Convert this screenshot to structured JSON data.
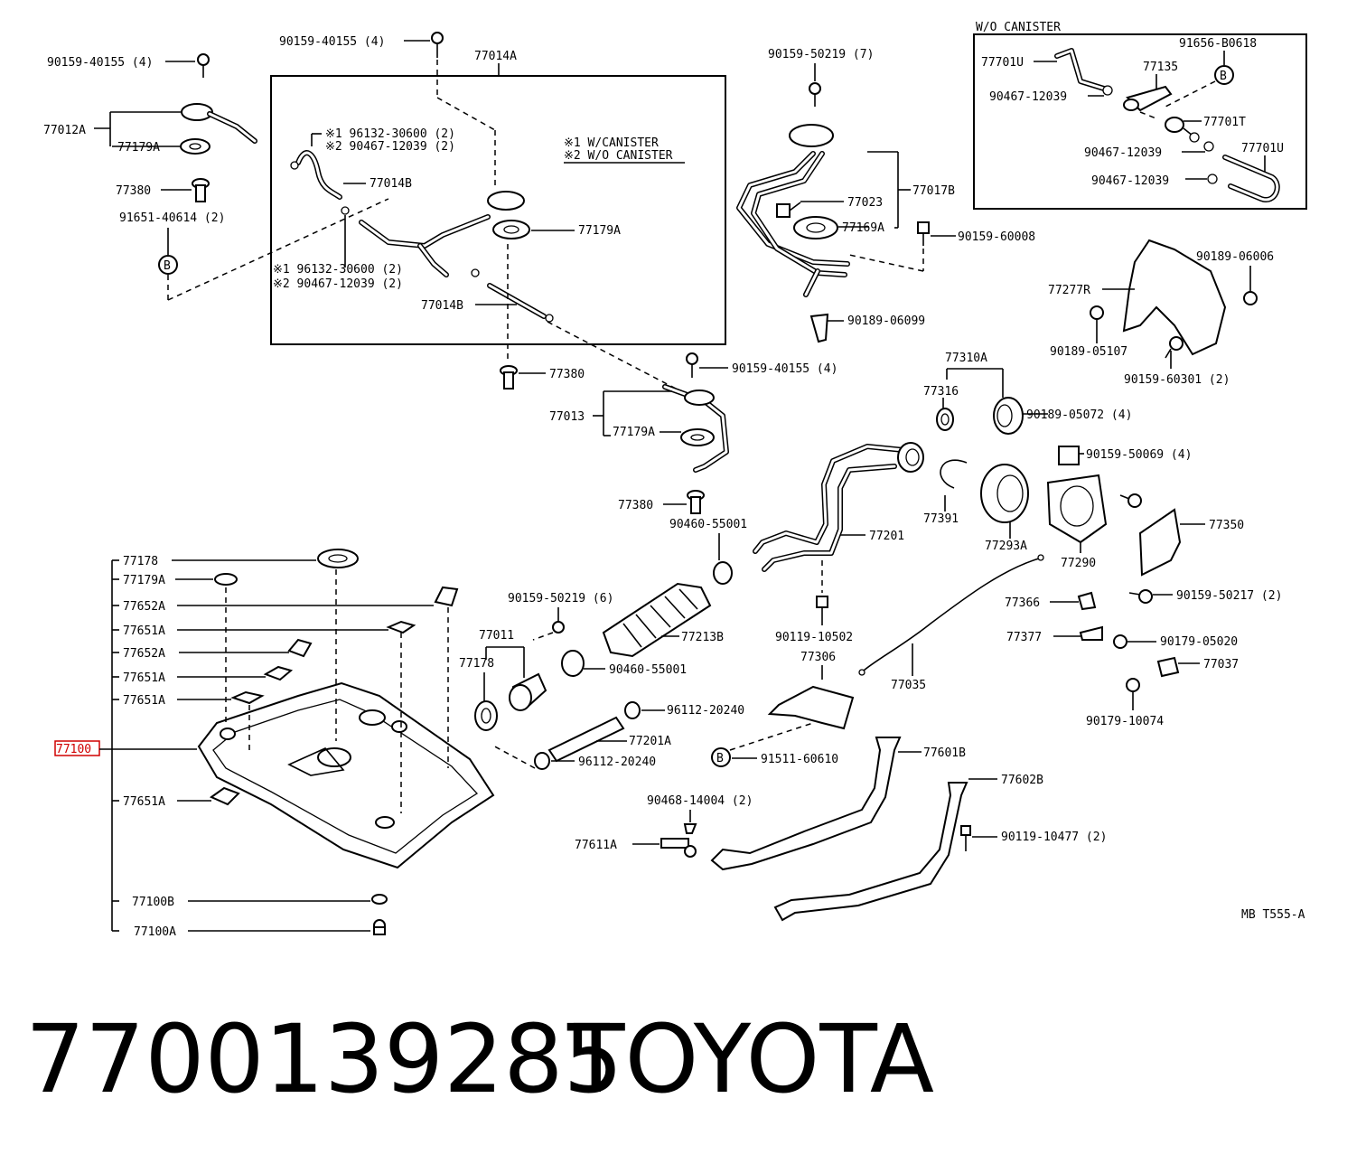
{
  "diagram": {
    "reference_code": "MB T555-A",
    "inset_title": "W/O CANISTER",
    "legend": {
      "w_canister": "※1 W/CANISTER",
      "wo_canister": "※2 W/O CANISTER"
    },
    "labels": {
      "p90159_40155_top": "90159-40155 (4)",
      "p90159_40155_left": "90159-40155 (4)",
      "p77014A": "77014A",
      "p77012A": "77012A",
      "p77179A_top": "77179A",
      "p77380_top": "77380",
      "p91651_40614": "91651-40614 (2)",
      "note_96132_top": "※1 96132-30600 (2)",
      "note_90467_top": "※2 90467-12039 (2)",
      "p77014B_a": "77014B",
      "p77179A_box": "77179A",
      "note_96132_bot": "※1 96132-30600 (2)",
      "note_90467_bot": "※2 90467-12039 (2)",
      "p77014B_b": "77014B",
      "p90159_50219_7": "90159-50219 (7)",
      "p77023": "77023",
      "p77017B": "77017B",
      "p77169A": "77169A",
      "p90159_60008": "90159-60008",
      "p90189_06099": "90189-06099",
      "i77701U_a": "77701U",
      "i91656_B0618": "91656-B0618",
      "i77135": "77135",
      "i90467_a": "90467-12039",
      "i77701T": "77701T",
      "i90467_b": "90467-12039",
      "i77701U_b": "77701U",
      "i90467_c": "90467-12039",
      "p90189_06006": "90189-06006",
      "p77277R": "77277R",
      "p90189_05107": "90189-05107",
      "p90159_60301": "90159-60301 (2)",
      "p77380_mid": "77380",
      "p90159_40155_mid": "90159-40155 (4)",
      "p77310A": "77310A",
      "p77316": "77316",
      "p90189_05072": "90189-05072 (4)",
      "p77013": "77013",
      "p77179A_mid": "77179A",
      "p90159_50069": "90159-50069 (4)",
      "p77201": "77201",
      "p77391": "77391",
      "p77293A": "77293A",
      "p77350": "77350",
      "p77290": "77290",
      "p77380_low": "77380",
      "p90460_55001_a": "90460-55001",
      "p77178_list": "77178",
      "p77179A_list": "77179A",
      "p77652A_1": "77652A",
      "p77651A_1": "77651A",
      "p77652A_2": "77652A",
      "p77651A_2": "77651A",
      "p77651A_3": "77651A",
      "p77100": "77100",
      "p77651A_4": "77651A",
      "p77100B": "77100B",
      "p77100A": "77100A",
      "p90159_50219_6": "90159-50219 (6)",
      "p77011": "77011",
      "p77178_b": "77178",
      "p77213B": "77213B",
      "p90460_55001_b": "90460-55001",
      "p90119_10502": "90119-10502",
      "p77306": "77306",
      "p77035": "77035",
      "p77366": "77366",
      "p77377": "77377",
      "p90159_50217": "90159-50217 (2)",
      "p90179_05020": "90179-05020",
      "p77037": "77037",
      "p90179_10074": "90179-10074",
      "p96112_20240_a": "96112-20240",
      "p77201A": "77201A",
      "p96112_20240_b": "96112-20240",
      "p91511_60610": "91511-60610",
      "p77601B": "77601B",
      "p77602B": "77602B",
      "p90468_14004": "90468-14004 (2)",
      "p77611A": "77611A",
      "p90119_10477": "90119-10477 (2)"
    },
    "circle_markers": {
      "b_left": "B",
      "b_inset": "B",
      "b_lower": "B"
    }
  },
  "footer": {
    "part_number": "7700139285",
    "brand": "TOYOTA"
  },
  "colors": {
    "ink": "#000000",
    "highlight": "#d00000",
    "background": "#ffffff"
  }
}
